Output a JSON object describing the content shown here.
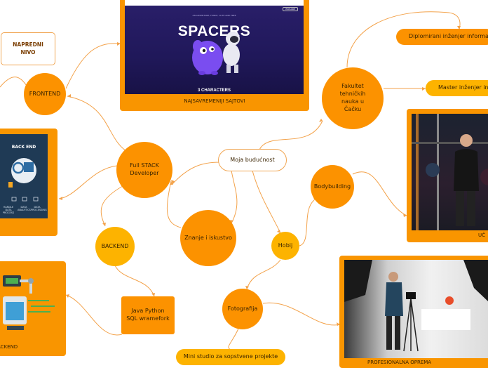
{
  "colors": {
    "orange": "#fc9200",
    "amber": "#fdb300",
    "line": "#f3a24a"
  },
  "nodes": {
    "center": "Moja budućnost",
    "full_stack": "Full STACK Developer",
    "frontend": "FRONTEND",
    "backend": "BACKEND",
    "napredni_nivo": "NAPREDNI NIVO",
    "java": "Java Python SQL wramefork",
    "znanje": "Znanje i iskustvo",
    "fakultet": "Fakultet tehničkih nauka u Čačku",
    "diplomirani": "Diplomirani inženjer informacioni",
    "master": "Master inženjer info",
    "hobij": "Hobij",
    "bodybuilding": "Bodybuilding",
    "fotografija": "Fotografija",
    "mini_studio": "Mini studio za sopstvene projekte"
  },
  "cards": {
    "spacers_caption": "NAJSAVREMENIJI SAJTOVI",
    "spacers_title": "SPACERS",
    "spacers_characters": "3 CHARACTERS",
    "spacers_small": "AN ADVENTURE, FUNNY, CUTE AND FREE",
    "spacers_btn": "EXPLORE",
    "backend_title": "BACK END",
    "backend_labels": [
      "HANDLE DATA PROCESS",
      "DATA ANALYTICS",
      "DATA PROCESSING"
    ],
    "backend_bottom": "ACKEND",
    "gym_caption": "UČ",
    "studio_caption": "PROFESIONALNA OPREMA"
  }
}
